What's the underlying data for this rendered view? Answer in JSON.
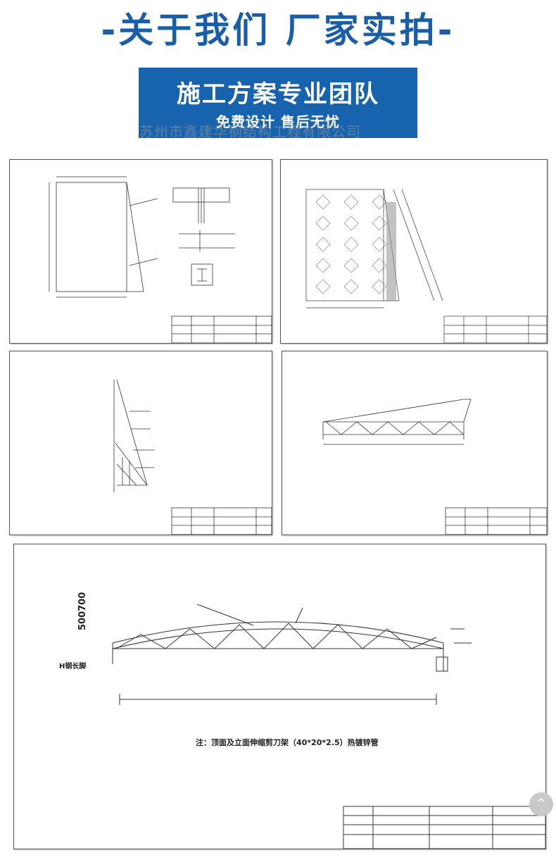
{
  "header": {
    "title": "-关于我们 厂家实拍-",
    "banner_line1": "施工方案专业团队",
    "banner_line2": "免费设计 售后无忧",
    "watermark": "苏州市鑫建华钢结构工程有限公司"
  },
  "bottom_drawing": {
    "side_dimension": "500700",
    "side_label": "H钢长脚",
    "note": "注：顶面及立面伸缩剪刀架（40*20*2.5）热镀锌管"
  },
  "colors": {
    "title": "#1b5ea8",
    "banner": "#1863ad",
    "line": "#333333"
  },
  "icons": {
    "scroll": "chevron-up-icon"
  }
}
